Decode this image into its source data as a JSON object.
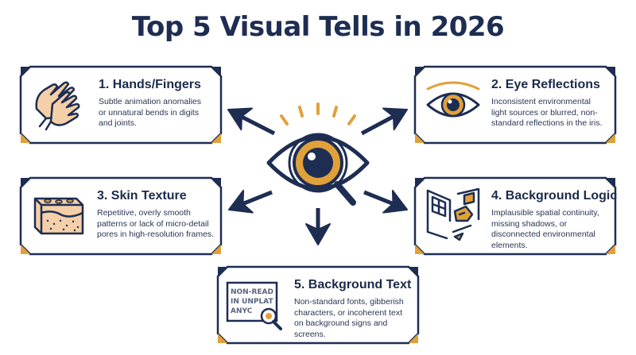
{
  "title": "Top 5 Visual Tells in 2026",
  "colors": {
    "navy": "#1e2d52",
    "gold": "#e0a13a",
    "skin": "#f4cfa8",
    "frame_bg": "#ffffff"
  },
  "cards": [
    {
      "id": "hands",
      "heading": "1. Hands/Fingers",
      "description": "Subtle animation anomalies or unnatural bends in digits and joints.",
      "icon": "hands-icon"
    },
    {
      "id": "eye",
      "heading": "2. Eye Reflections",
      "description": "Inconsistent environmental light sources or blurred, non-standard reflections in the iris.",
      "icon": "eye-icon"
    },
    {
      "id": "skin",
      "heading": "3. Skin Texture",
      "description": "Repetitive, overly smooth patterns or lack of micro-detail pores in high-resolution frames.",
      "icon": "skin-texture-icon"
    },
    {
      "id": "background-logic",
      "heading": "4. Background Logic",
      "description": "Implausible spatial continuity, missing shadows, or disconnected environmental elements.",
      "icon": "broken-room-icon"
    },
    {
      "id": "background-text",
      "heading": "5. Background Text",
      "description": "Non-standard fonts, gibberish characters, or incoherent text on background signs and screens.",
      "icon": "garbled-sign-icon",
      "sign_text": [
        "NON-READ",
        "IN UNPLAT",
        "ANYC"
      ]
    }
  ],
  "hub_icon": "eye-magnifier-icon"
}
